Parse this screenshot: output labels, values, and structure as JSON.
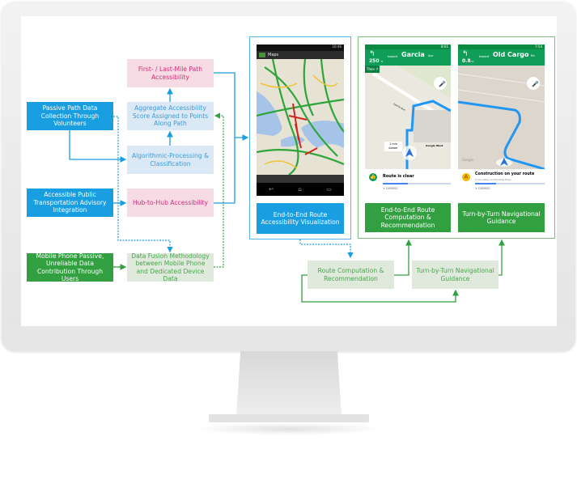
{
  "left_inputs": [
    {
      "label": "Passive Path Data Collection Through Volunteers"
    },
    {
      "label": "Accessible Public Transportation Advisory Integration"
    },
    {
      "label": "Mobile Phone Passive, Unreliable Data Contribution Through Users"
    }
  ],
  "middle": {
    "first_last_mile": "First- / Last-Mile Path Accessibility",
    "aggregate": "Aggregate Accessibility Score Assigned to Points Along Path",
    "algorithmic": "Algorithmic-Processing & Classification",
    "hub_to_hub": "Hub-to-Hub Accessibility",
    "data_fusion": "Data Fusion Methodology between Mobile Phone and Dedicated Device Data"
  },
  "visualization": {
    "label": "End-to-End Route Accessibility Visualization",
    "phone": {
      "app_title": "Maps",
      "clock": "10:46"
    }
  },
  "navigation": {
    "phones": [
      {
        "clock": "8:01",
        "distance": "250",
        "unit": "ft",
        "toward": "toward",
        "street": "Garcia",
        "suffix": "Ave",
        "then": "Then",
        "map_labels": [
          "Garcia Ave",
          "Google West"
        ],
        "eta_bubble": "1 min slower",
        "card_title": "Route is clear",
        "card_sub": "",
        "dismiss": "DISMISS",
        "progress": 0.37
      },
      {
        "clock": "7:54",
        "distance": "0.8",
        "unit": "mi",
        "toward": "toward",
        "street": "Old Cargo",
        "suffix": "Rd",
        "map_labels": [
          "Google"
        ],
        "card_title": "Construction on your route",
        "card_sub": "6 min delay on Kennedy Expy",
        "dismiss": "DISMISS",
        "progress": 0.3
      }
    ],
    "labels": [
      "End-to-End Route Computation & Recommendation",
      "Turn-by-Turn Navigational Guidance"
    ]
  },
  "bottom": {
    "route_computation": "Route Computation & Recommendation",
    "turn_by_turn": "Turn-by-Turn Navigational Guidance"
  },
  "colors": {
    "blue": "#1a9ee2",
    "green": "#32a041",
    "pink_text": "#d42a7b"
  }
}
